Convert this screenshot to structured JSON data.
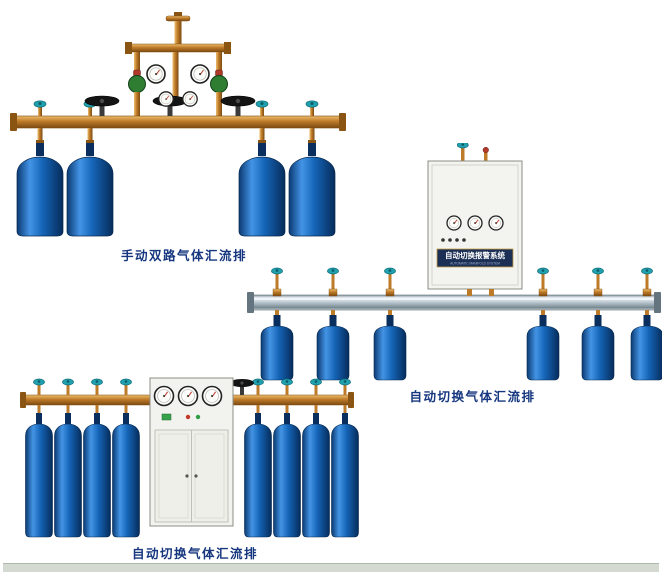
{
  "colors": {
    "caption_blue": "#16377f",
    "brass_pipe": "#bd7a28",
    "cylinder_blue": "#1565b8",
    "teal_valve_cap": "#21a0ae",
    "manifold_silver": "#b8c5ce",
    "cabinet_body": "#f3f3ef",
    "label_plate": "#1c2f55"
  },
  "figures": [
    {
      "caption": "手动双路气体汇流排",
      "cylinder_count": 4
    },
    {
      "caption": "自动切换气体汇流排",
      "cabinet_label": "自动切换报警系统",
      "cabinet_sublabel": "AUTOMATIC MANIFOLD SYSTEM",
      "cylinder_count": 6
    },
    {
      "caption": "自动切换气体汇流排",
      "cylinder_count": 8
    }
  ]
}
